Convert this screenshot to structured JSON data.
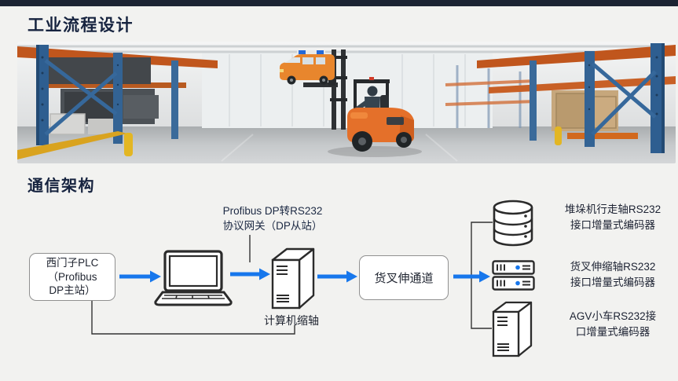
{
  "colors": {
    "top_bar": "#1c2433",
    "heading_text": "#16233f",
    "arrow_blue": "#1777ec",
    "connector_dark": "#333333",
    "box_border": "#909090",
    "icon_stroke": "#2b2b2b",
    "rack_led_blue": "#1777ec"
  },
  "page": {
    "title": "工业流程设计",
    "section_heading": "通信架构"
  },
  "photo": {
    "name": "warehouse-forklift-photo"
  },
  "diagram": {
    "gateway_label": {
      "line1": "Profibus DP转RS232",
      "line2": "协议网关（DP从站）"
    },
    "plc_box": {
      "line1": "西门子PLC",
      "line2": "（Profibus",
      "line3": "DP主站）"
    },
    "laptop_icon": "laptop-icon",
    "computer_label": "计算机缩轴",
    "channel_box_label": "货叉伸通道",
    "devices": [
      {
        "icon": "database-icon",
        "label": {
          "line1": "堆垛机行走轴RS232",
          "line2": "接口增量式编码器"
        }
      },
      {
        "icon": "rack-server-icon",
        "label": {
          "line1": "货叉伸缩轴RS232",
          "line2": "接口增量式编码器"
        }
      },
      {
        "icon": "tower-server-icon",
        "label": {
          "line1": "AGV小车RS232接",
          "line2": "口增量式编码器"
        }
      }
    ]
  }
}
